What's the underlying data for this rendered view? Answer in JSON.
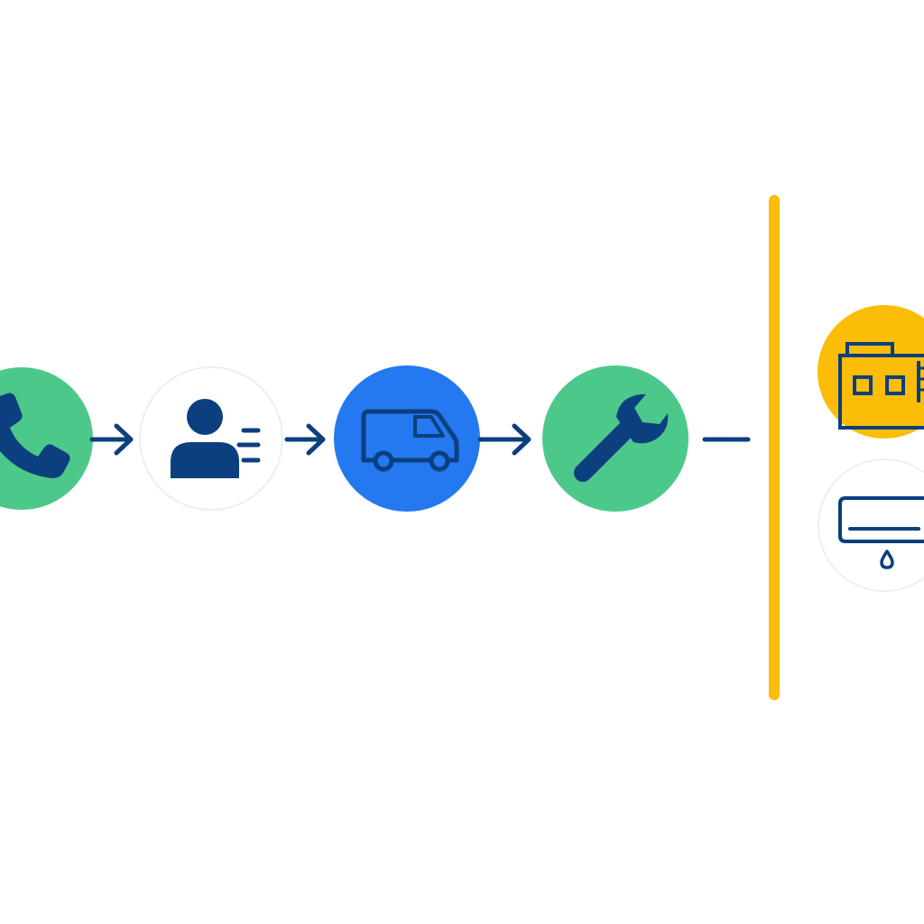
{
  "colors": {
    "background": "#ffffff",
    "navy": "#0b3f7e",
    "green": "#4cc98a",
    "blue": "#2478f0",
    "yellow": "#fbbd08",
    "white_circle_border": "#eeeeee"
  },
  "process_steps": [
    {
      "icon": "phone-icon",
      "fill": "green"
    },
    {
      "icon": "customer-profile-icon",
      "fill": "white"
    },
    {
      "icon": "service-van-icon",
      "fill": "blue"
    },
    {
      "icon": "wrench-icon",
      "fill": "green"
    }
  ],
  "connectors": [
    "arrow",
    "arrow",
    "arrow",
    "dash"
  ],
  "divider": {
    "color": "yellow"
  },
  "side_options": [
    {
      "icon": "building-icon",
      "fill": "yellow"
    },
    {
      "icon": "air-conditioner-icon",
      "fill": "white"
    }
  ]
}
